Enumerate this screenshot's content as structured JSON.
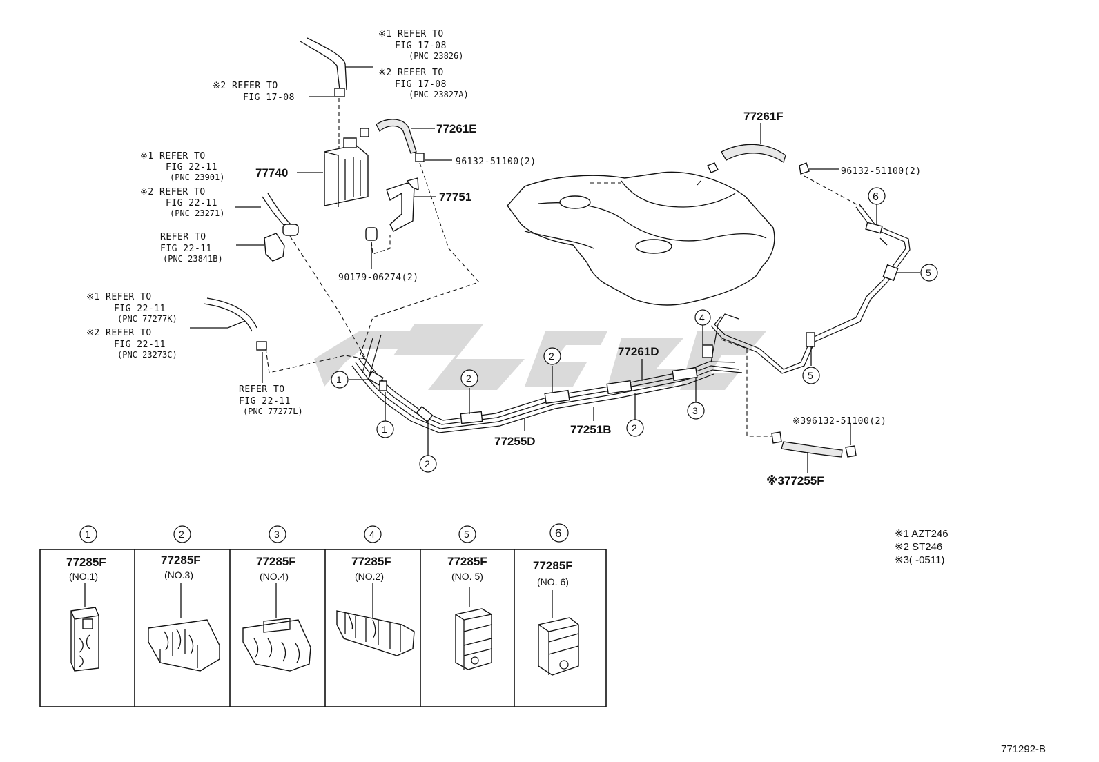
{
  "parts": {
    "p77261E": "77261E",
    "p77740": "77740",
    "p77751": "77751",
    "p77261F": "77261F",
    "p77261D": "77261D",
    "p77255D": "77255D",
    "p77251B": "77251B",
    "p77255F": "※377255F",
    "p96132_a": "96132-51100(2)",
    "p96132_b": "96132-51100(2)",
    "p96132_c": "※396132-51100(2)",
    "p90179": "90179-06274(2)"
  },
  "refs": {
    "r1": [
      "※1 REFER TO",
      "FIG 17-08",
      "(PNC 23826)"
    ],
    "r2": [
      "※2 REFER TO",
      "FIG 17-08",
      "(PNC 23827A)"
    ],
    "r3": [
      "※2 REFER TO",
      "FIG 17-08"
    ],
    "r4": [
      "※1 REFER TO",
      "FIG 22-11",
      "(PNC 23901)"
    ],
    "r5": [
      "※2 REFER TO",
      "FIG 22-11",
      "(PNC 23271)"
    ],
    "r6": [
      "REFER TO",
      "FIG 22-11",
      "(PNC 23841B)"
    ],
    "r7": [
      "※1 REFER TO",
      "FIG 22-11",
      "(PNC 77277K)"
    ],
    "r8": [
      "※2 REFER TO",
      "FIG 22-11",
      "(PNC 23273C)"
    ],
    "r9": [
      "REFER TO",
      "FIG 22-11",
      "(PNC 77277L)"
    ]
  },
  "callouts": [
    "1",
    "2",
    "3",
    "4",
    "5",
    "6"
  ],
  "clamps": [
    {
      "num": "1",
      "part": "77285F",
      "no": "(NO.1)"
    },
    {
      "num": "2",
      "part": "77285F",
      "no": "(NO.3)"
    },
    {
      "num": "3",
      "part": "77285F",
      "no": "(NO.4)"
    },
    {
      "num": "4",
      "part": "77285F",
      "no": "(NO.2)"
    },
    {
      "num": "5",
      "part": "77285F",
      "no": "(NO. 5)"
    },
    {
      "num": "6",
      "part": "77285F",
      "no": "(NO. 6)"
    }
  ],
  "notes": [
    "※1 AZT246",
    "※2 ST246",
    "※3( -0511)"
  ],
  "figure_id": "771292-B"
}
